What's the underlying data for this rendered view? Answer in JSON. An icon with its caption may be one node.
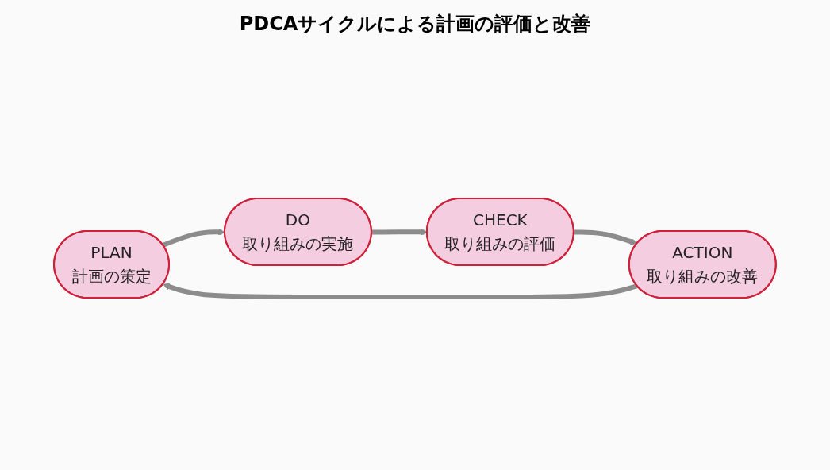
{
  "diagram": {
    "title": "PDCAサイクルによる計画の評価と改善",
    "nodes": [
      {
        "text": [
          "PLAN",
          "計画の策定"
        ]
      },
      {
        "text": [
          "DO",
          "取り組みの実施"
        ]
      },
      {
        "text": [
          "CHECK",
          "取り組みの評価"
        ]
      },
      {
        "text": [
          "ACTION",
          "取り組みの改善"
        ]
      }
    ],
    "edges": [
      {
        "from": 0,
        "to": 1,
        "arrow": "to"
      },
      {
        "from": 1,
        "to": 2,
        "arrow": "to"
      },
      {
        "from": 2,
        "to": 3,
        "arrow": "to"
      },
      {
        "from": 3,
        "to": 0,
        "arrow": "to"
      }
    ]
  }
}
